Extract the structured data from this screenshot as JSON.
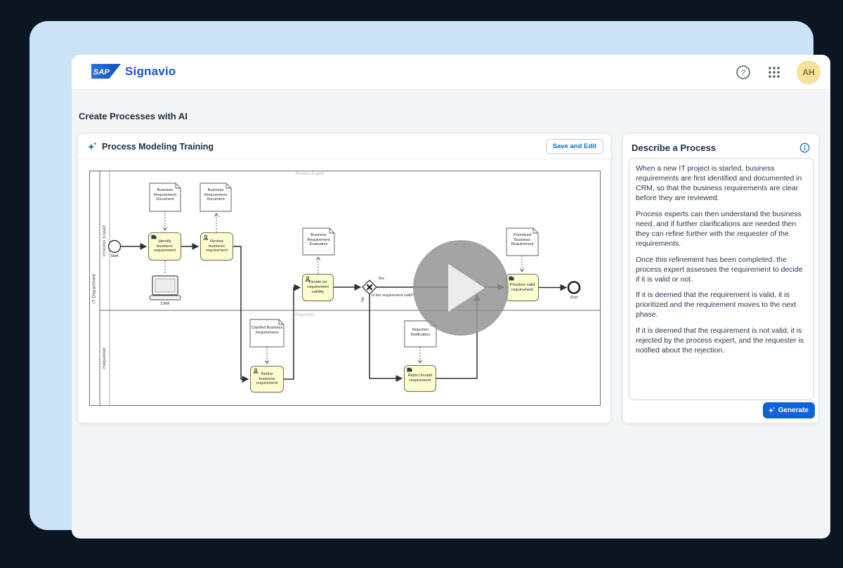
{
  "header": {
    "brand_sap": "SAP",
    "brand_product": "Signavio",
    "help_glyph": "?",
    "avatar_initials": "AH"
  },
  "page": {
    "title": "Create Processes with AI"
  },
  "process_card": {
    "title": "Process Modeling Training",
    "save_edit_button": "Save and Edit"
  },
  "diagram": {
    "pool_label": "IT Department",
    "lane_labels": [
      "Process Expert",
      "Requester"
    ],
    "lane_watermarks": [
      "Process Expert",
      "Requester"
    ],
    "start_label": "Start",
    "end_label": "End",
    "system_label": "CRM",
    "tasks": [
      {
        "label": "Identify business requirement",
        "type": "generic"
      },
      {
        "label": "Review business requirement",
        "type": "user"
      },
      {
        "label": "Decide on requirement validity",
        "type": "user"
      },
      {
        "label": "Prioritize valid requirement",
        "type": "generic"
      },
      {
        "label": "Refine business requirement",
        "type": "user"
      },
      {
        "label": "Reject invalid requirement",
        "type": "generic"
      }
    ],
    "data_objects": [
      "Business Requirement Document",
      "Business Requirement Document",
      "Business Requirement Evaluation",
      "Prioritized Business Requirement",
      "Clarified Business Requirement",
      "Rejection Notification"
    ],
    "gateway": {
      "question": "Is the requirement valid?",
      "yes_label": "Yes",
      "no_label": "No"
    }
  },
  "describe_card": {
    "title": "Describe a Process",
    "paragraphs": [
      "When a new IT project is started, business requirements are first identified and documented in CRM, so that the business requirements are clear before they are reviewed.",
      "Process experts can then understand the business need, and if further clarifications are needed then they can refine further with the requester of the requirements.",
      "Once this refinement has been completed, the process expert assesses the requirement to decide if it is valid or not.",
      "If it is deemed that the requirement is valid, it is prioritized and the requirement moves to the next phase.",
      "If it is deemed that the requirement is not valid, it is rejected by the process expert, and the requester is notified about the rejection."
    ],
    "generate_button": "Generate"
  },
  "colors": {
    "accent_blue": "#0a6ed1",
    "logo_blue": "#1b55c8",
    "task_fill": "#fdfccf",
    "frame_blue": "#cbe3f7",
    "background_dark": "#0b1622",
    "avatar_bg": "#f7e1a0"
  }
}
